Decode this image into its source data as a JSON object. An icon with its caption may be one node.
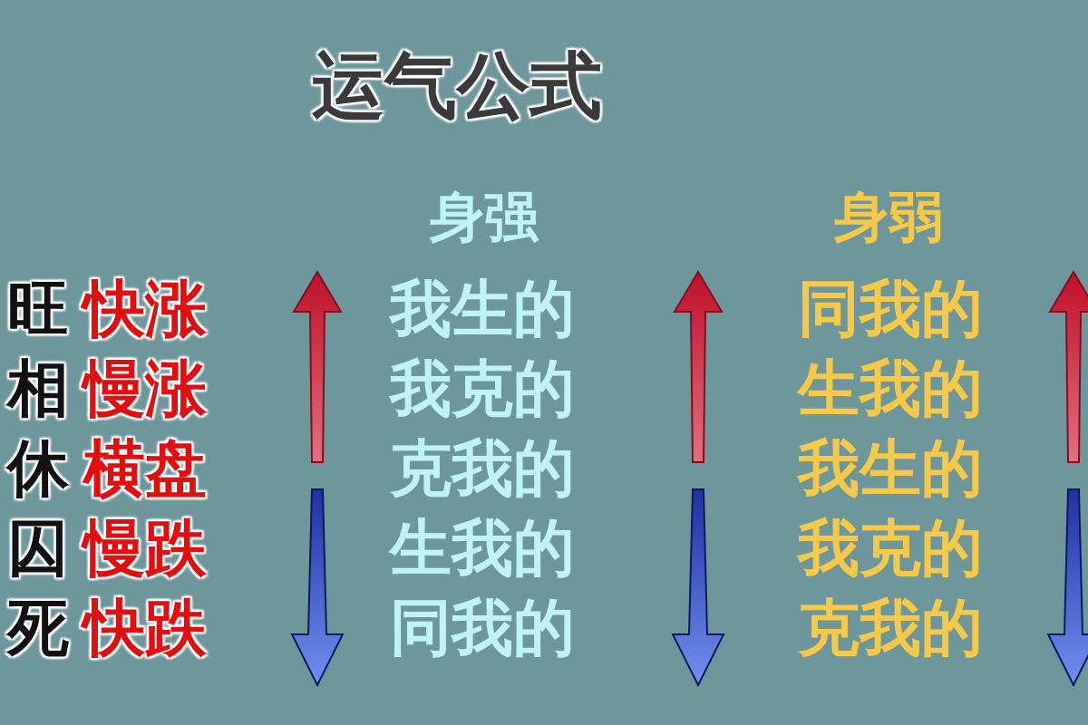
{
  "diagram": {
    "title": "运气公式",
    "labels": [
      "身强",
      "身弱",
      "旺",
      "快涨",
      "我生的",
      "同我的",
      "相",
      "慢涨",
      "我克的",
      "生我的",
      "休",
      "横盘",
      "克我的",
      "我生的",
      "囚",
      "慢跌",
      "生我的",
      "我克的",
      "死",
      "快跌",
      "同我的",
      "克我的"
    ]
  }
}
